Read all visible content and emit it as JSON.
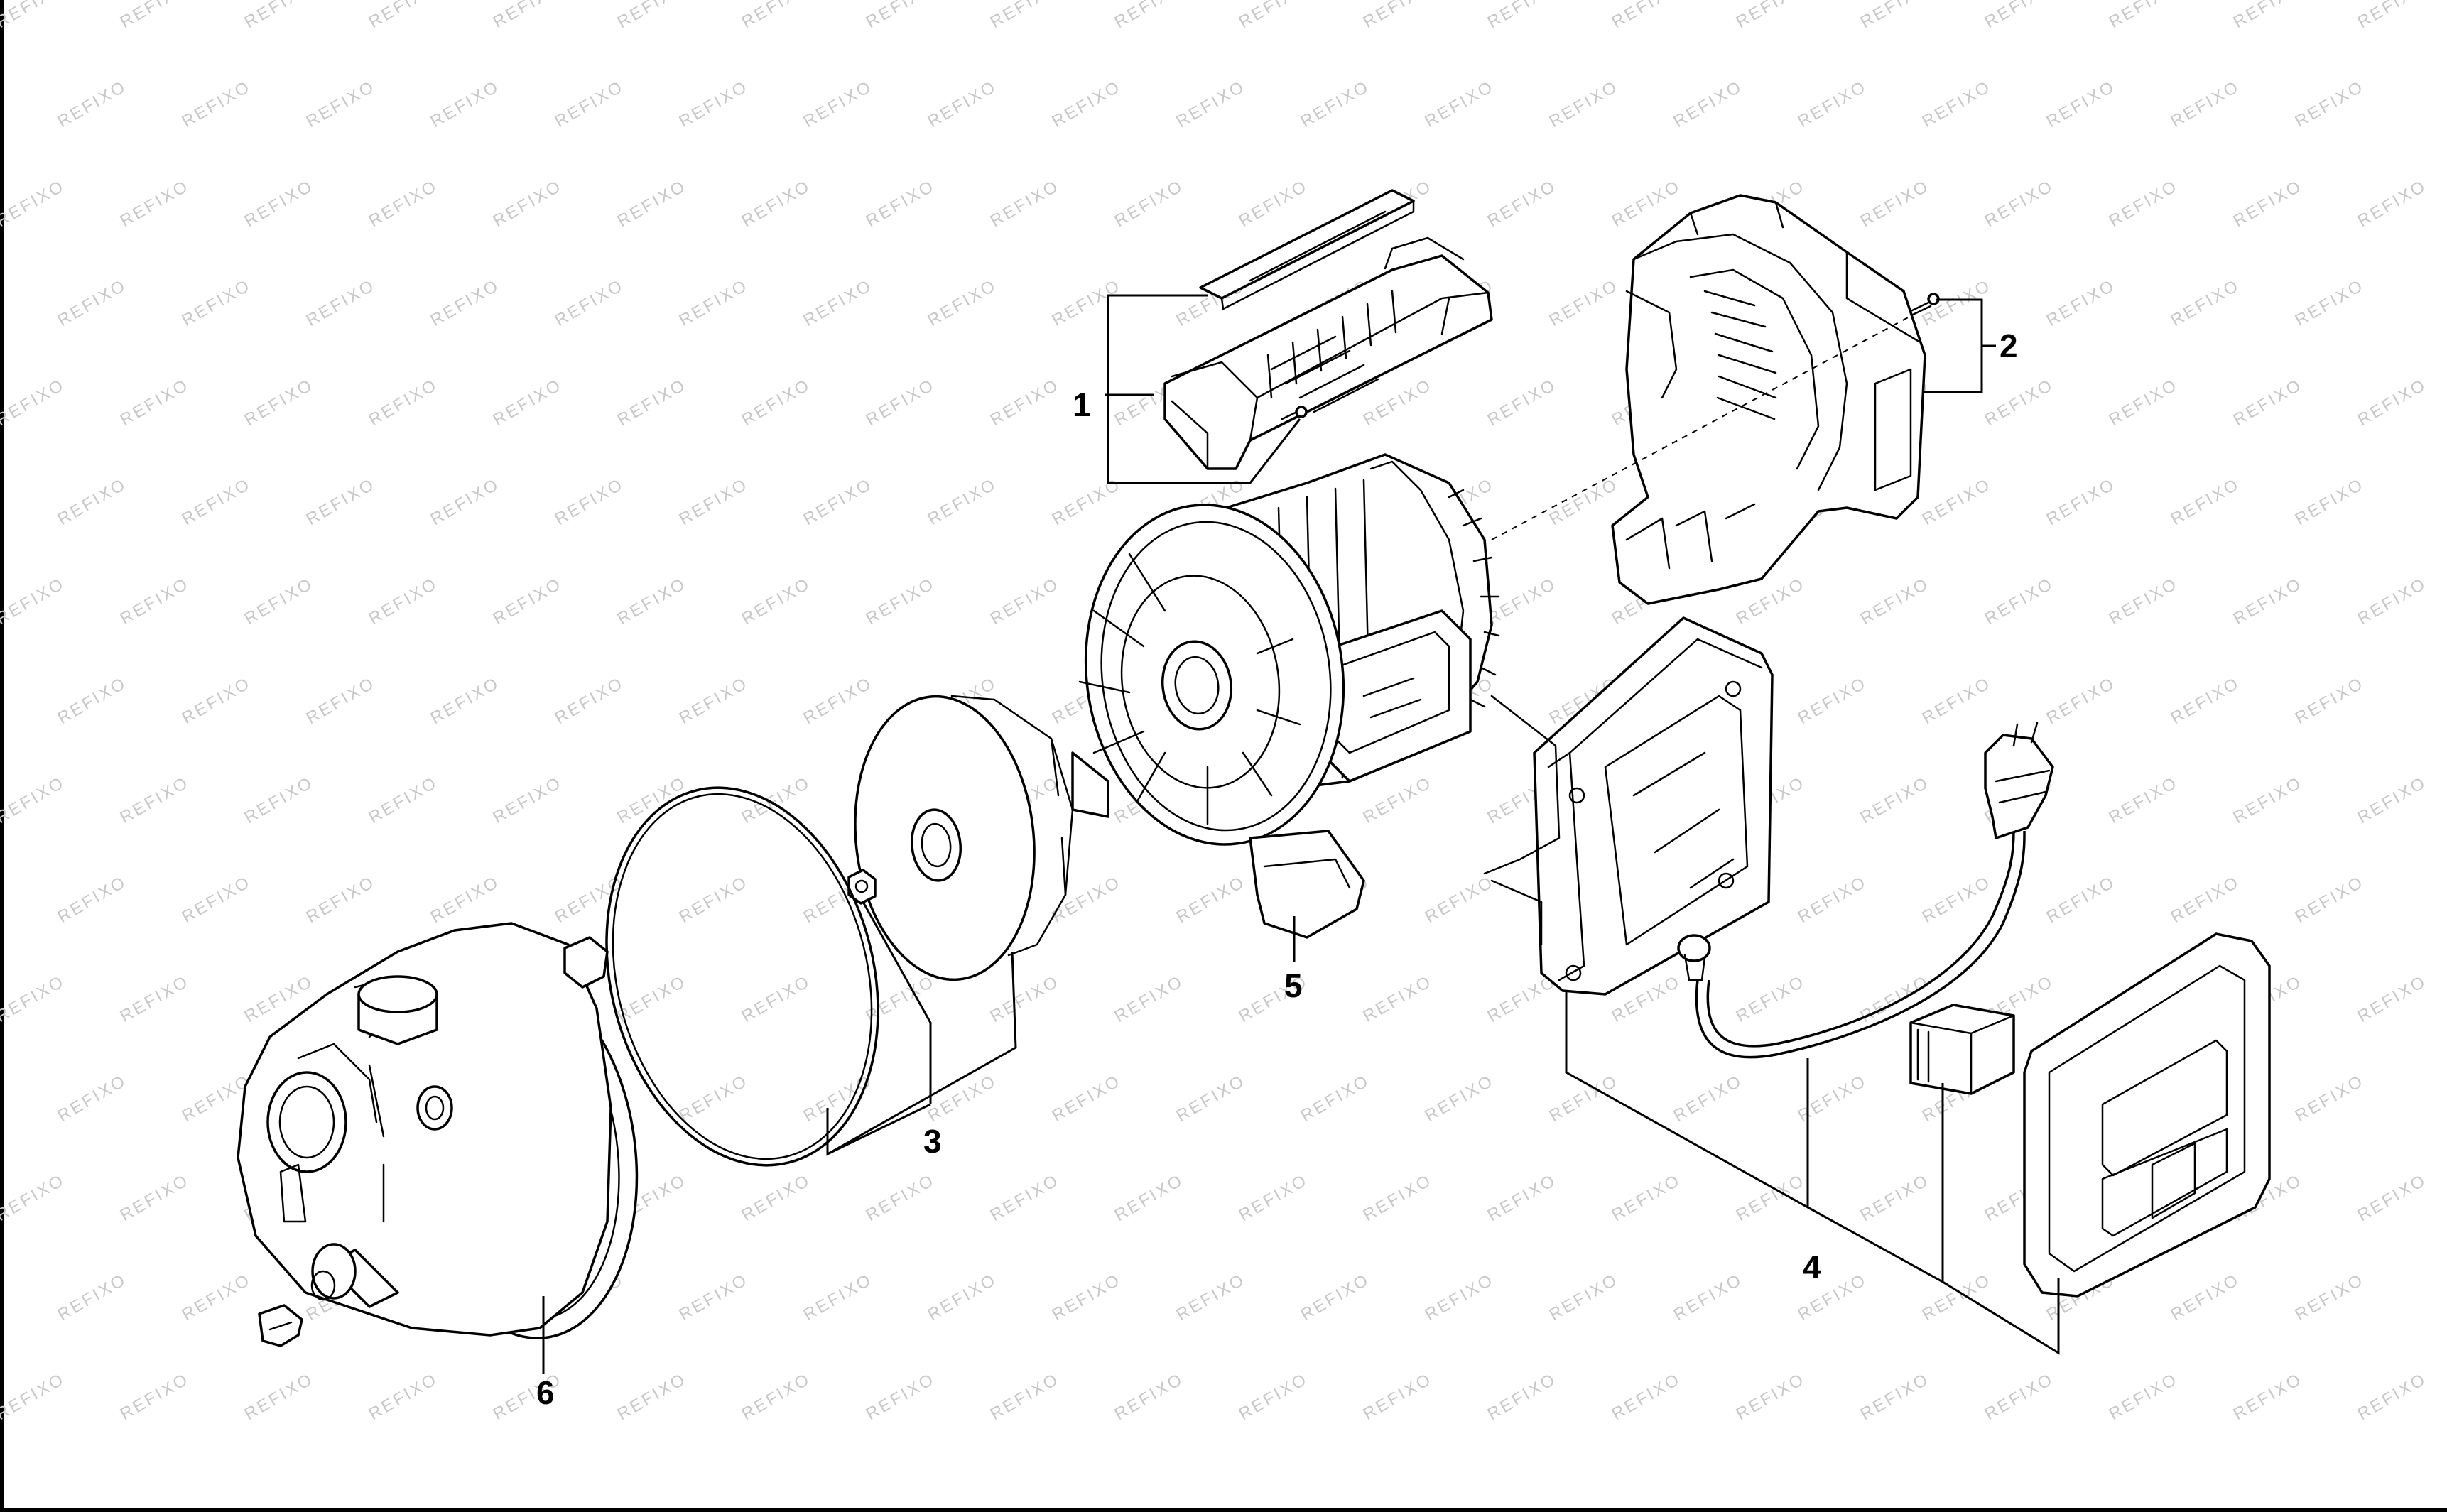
{
  "watermark": {
    "text": "REFIXO"
  },
  "callouts": [
    {
      "id": "1",
      "label": "1"
    },
    {
      "id": "2",
      "label": "2"
    },
    {
      "id": "3",
      "label": "3"
    },
    {
      "id": "4",
      "label": "4"
    },
    {
      "id": "5",
      "label": "5"
    },
    {
      "id": "6",
      "label": "6"
    }
  ],
  "colors": {
    "line": "#000000",
    "background": "#ffffff",
    "watermark": "#c8c8c8"
  }
}
